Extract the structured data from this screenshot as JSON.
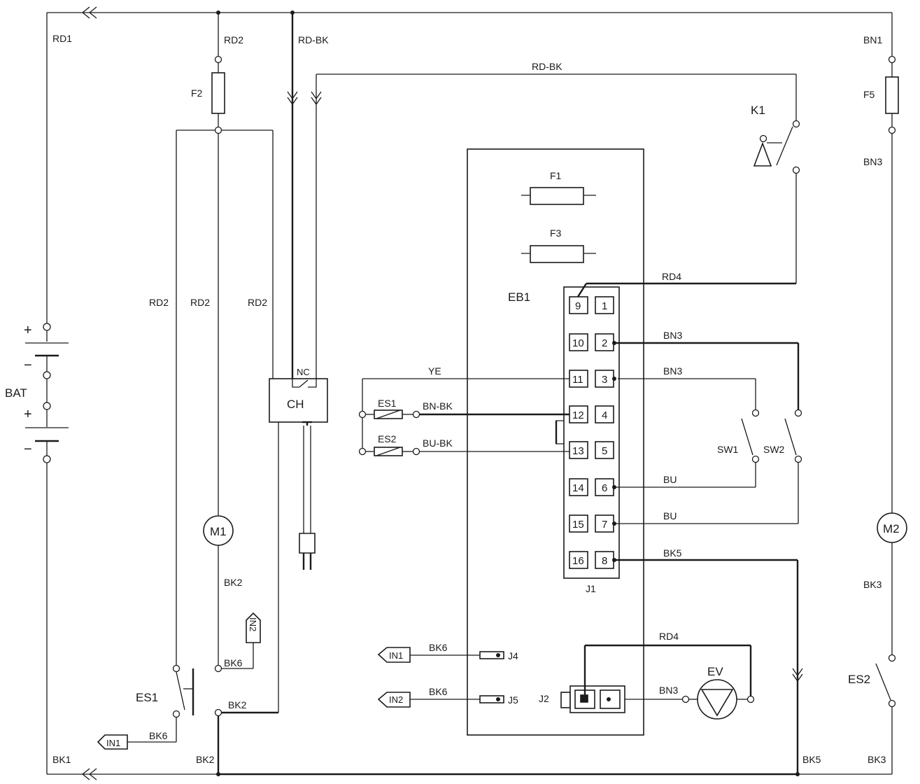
{
  "battery": {
    "label": "BAT",
    "plus_top": "+",
    "minus_top": "−",
    "plus_bottom": "+",
    "minus_bottom": "−"
  },
  "wires": {
    "rd1": "RD1",
    "rd2": "RD2",
    "rd_bk": "RD-BK",
    "bn1": "BN1",
    "bn3": "BN3",
    "rd4": "RD4",
    "ye": "YE",
    "bn_bk": "BN-BK",
    "bu_bk": "BU-BK",
    "bu": "BU",
    "bk1": "BK1",
    "bk2": "BK2",
    "bk3": "BK3",
    "bk5": "BK5",
    "bk6": "BK6"
  },
  "components": {
    "f1": "F1",
    "f2": "F2",
    "f3": "F3",
    "f5": "F5",
    "k1": "K1",
    "m1": "M1",
    "m2": "M2",
    "ch": "CH",
    "nc": "NC",
    "eb1": "EB1",
    "j1": "J1",
    "j2": "J2",
    "j4": "J4",
    "j5": "J5",
    "es1": "ES1",
    "es2": "ES2",
    "sw1": "SW1",
    "sw2": "SW2",
    "ev": "EV",
    "in1": "IN1",
    "in2": "IN2"
  },
  "j1_pins": {
    "left": [
      "9",
      "10",
      "11",
      "12",
      "13",
      "14",
      "15",
      "16"
    ],
    "right": [
      "1",
      "2",
      "3",
      "4",
      "5",
      "6",
      "7",
      "8"
    ]
  },
  "colors": {
    "line": "#1a1a1a",
    "background": "#ffffff"
  }
}
